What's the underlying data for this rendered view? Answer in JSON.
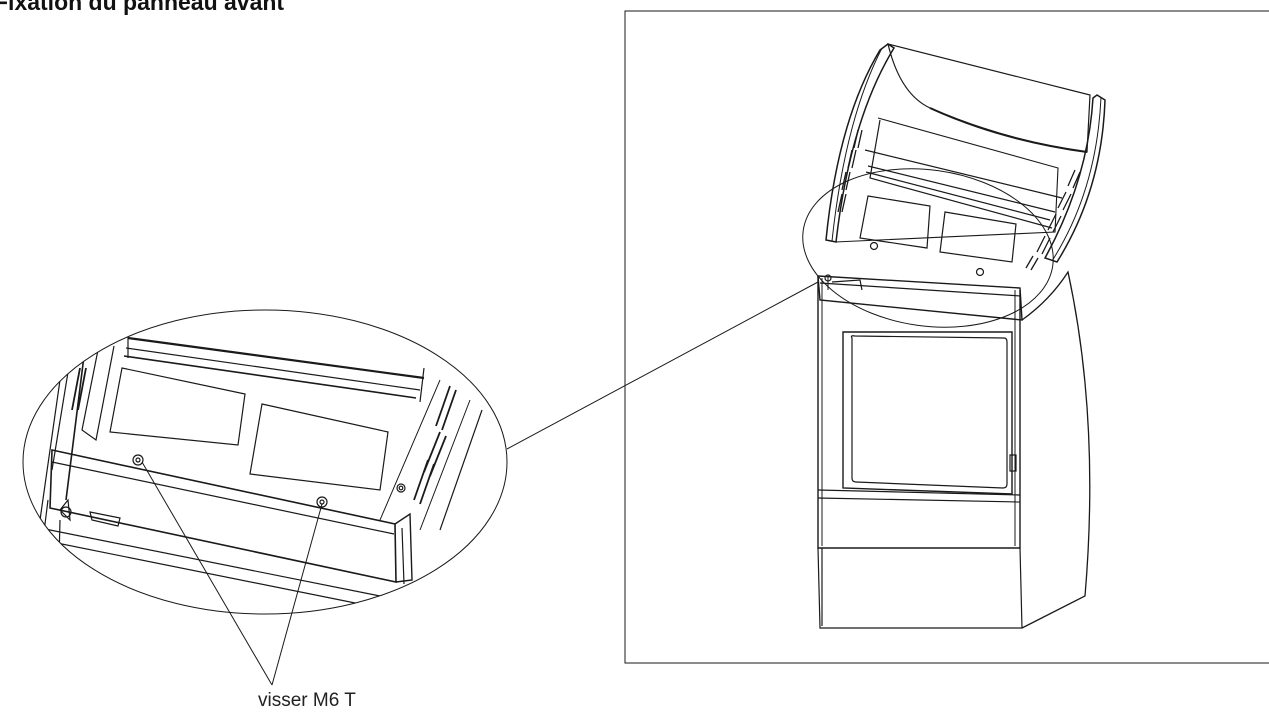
{
  "page": {
    "title": "Fixation du panneau avant"
  },
  "callout": {
    "label": "visser M6 T"
  },
  "figure": {
    "detail_view": "enlarged detail of front panel screws",
    "main_view": "stove overview with circled detail area",
    "screw_count": 2
  }
}
